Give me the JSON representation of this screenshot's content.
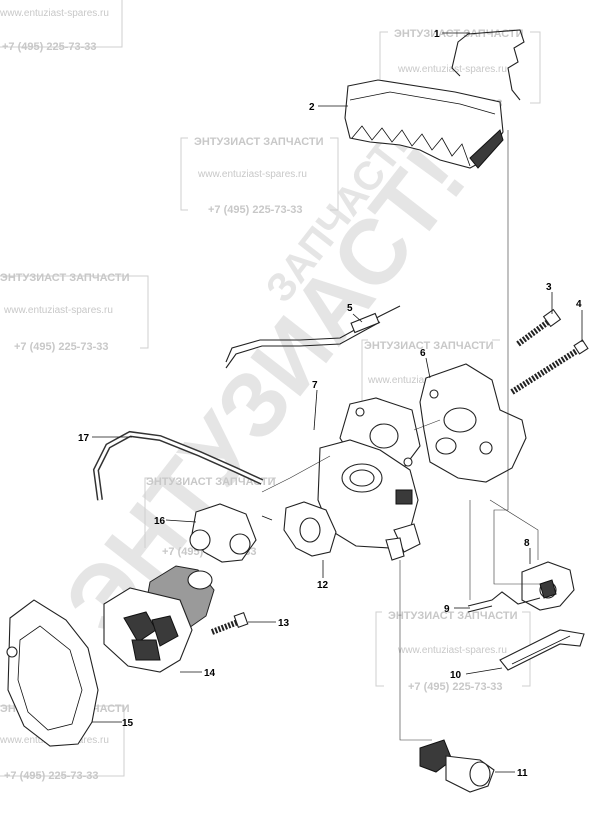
{
  "watermark": {
    "title": "ЭНТУЗИАСТ ЗАПЧАСТИ",
    "url": "www.entuziast-spares.ru",
    "phone": "+7 (495) 225-73-33",
    "big_main": "ЭНТУЗИАСТ!",
    "big_sub": "ЗАПЧАСТИ"
  },
  "callouts": [
    "1",
    "2",
    "3",
    "4",
    "5",
    "6",
    "7",
    "8",
    "9",
    "10",
    "11",
    "12",
    "13",
    "14",
    "15",
    "16",
    "17"
  ]
}
